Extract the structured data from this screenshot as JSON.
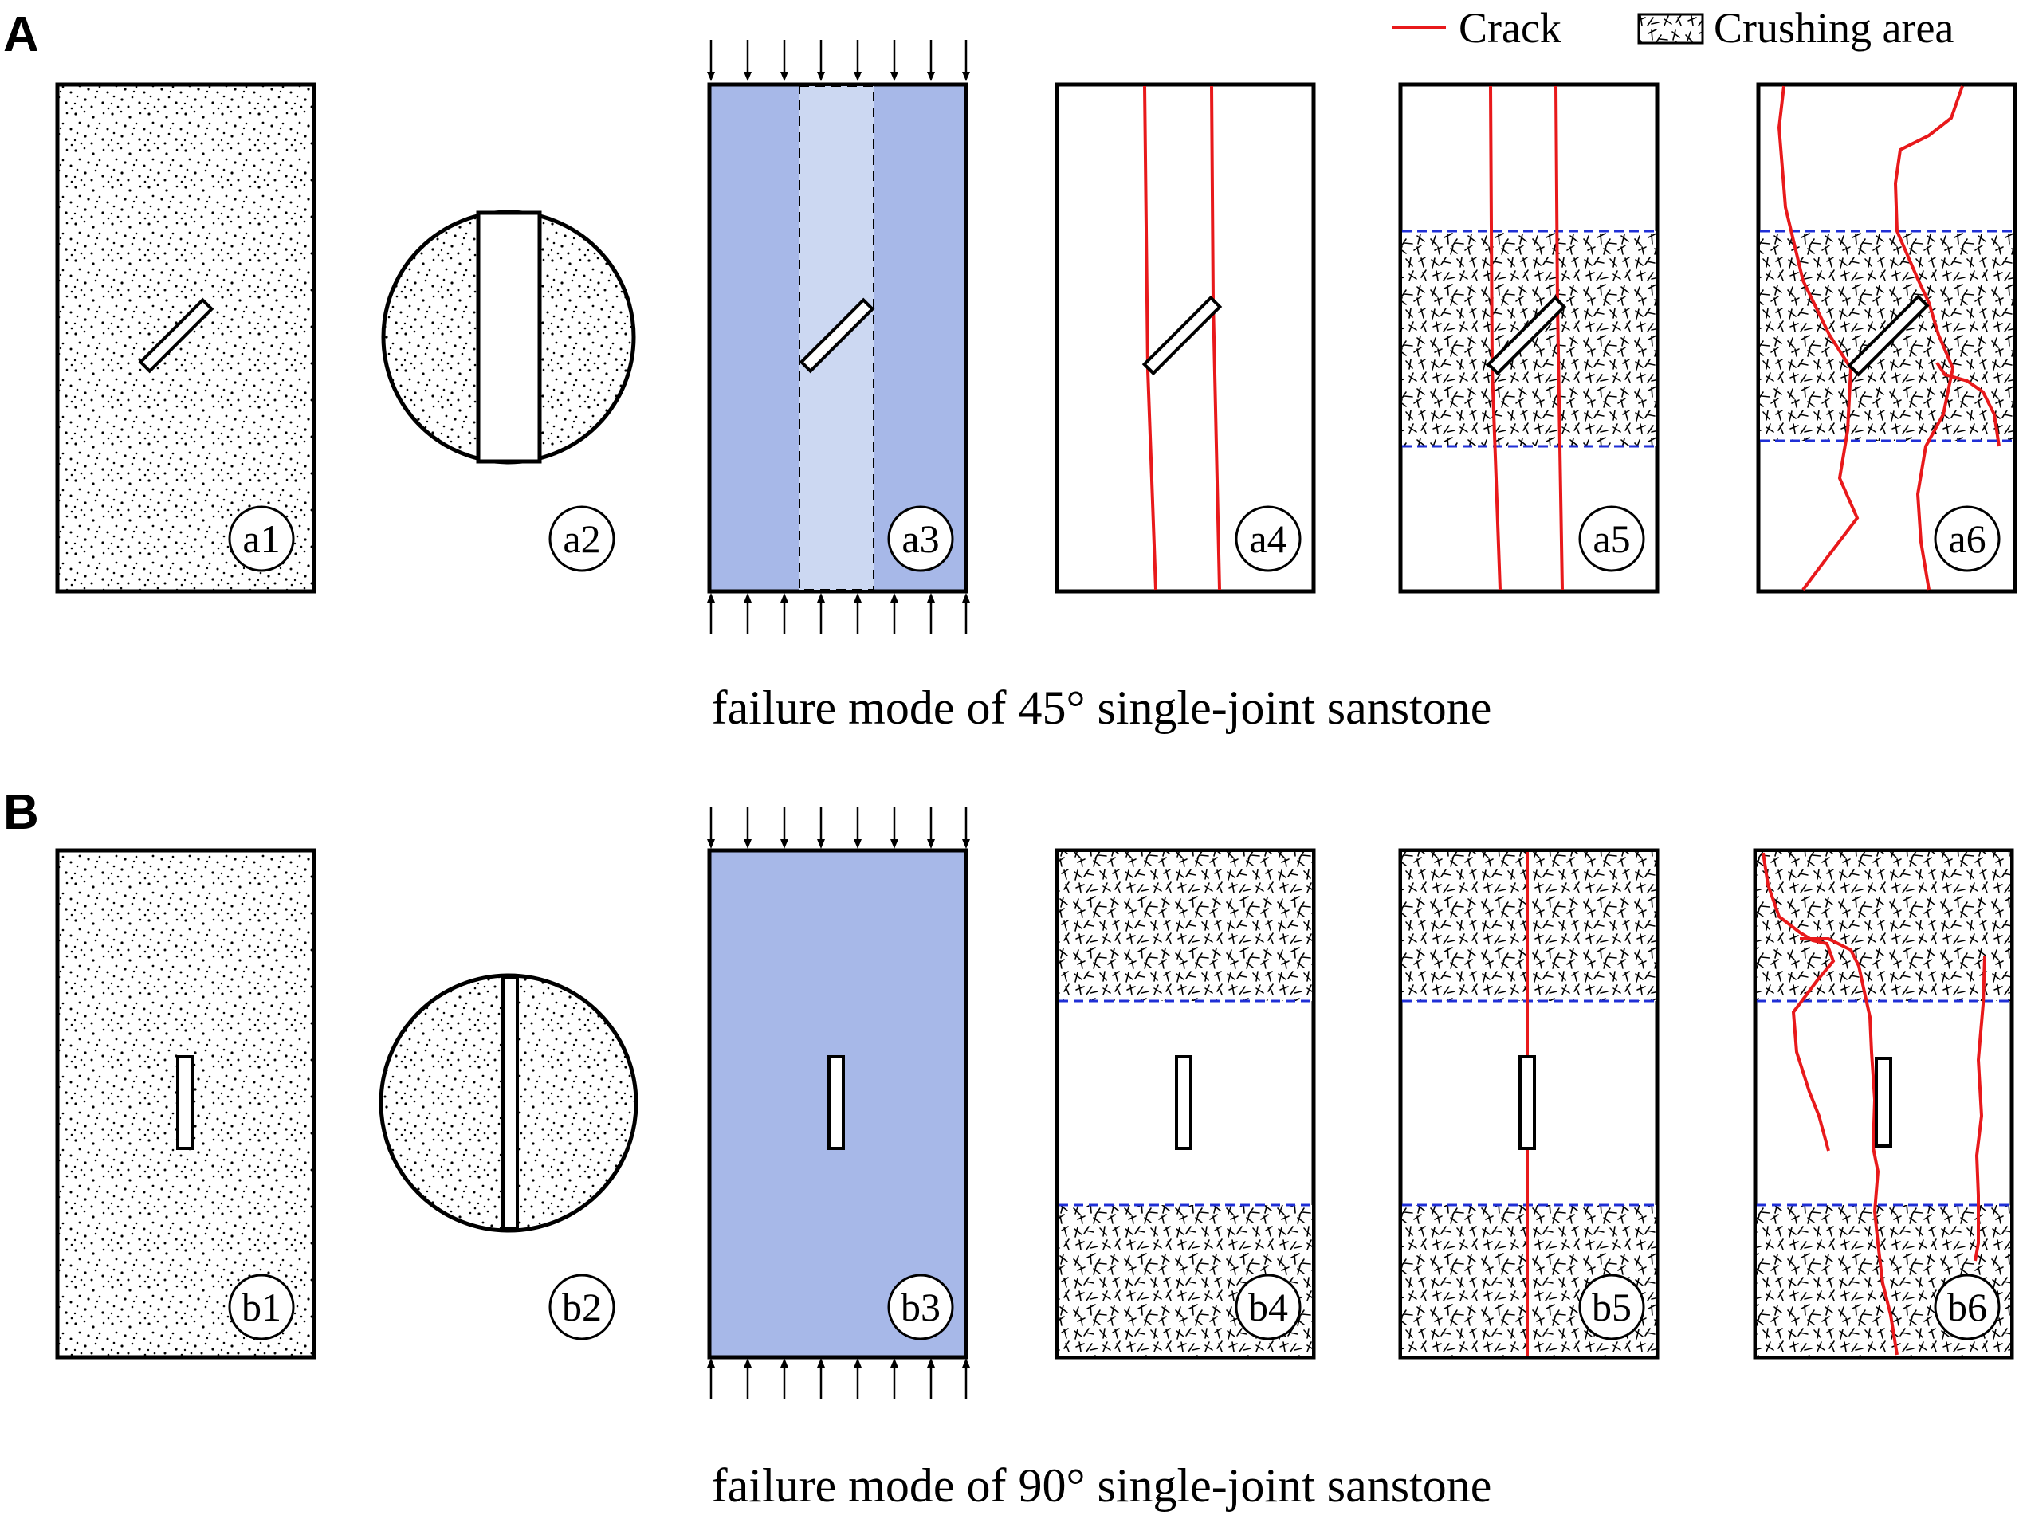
{
  "legend": {
    "crack_label": "Crack",
    "crushing_label": "Crushing area"
  },
  "colors": {
    "crack": "#e8191b",
    "interface": "#1f2fd6",
    "specimen_fill": "#a7b8e8",
    "strip_fill": "#ccd8f2",
    "outline": "#000000"
  },
  "row_a": {
    "panel_letter": "A",
    "caption": "failure mode of 45° single-joint sanstone",
    "labels": [
      "a1",
      "a2",
      "a3",
      "a4",
      "a5",
      "a6"
    ]
  },
  "row_b": {
    "panel_letter": "B",
    "caption": "failure mode of 90° single-joint sanstone",
    "labels": [
      "b1",
      "b2",
      "b3",
      "b4",
      "b5",
      "b6"
    ]
  }
}
